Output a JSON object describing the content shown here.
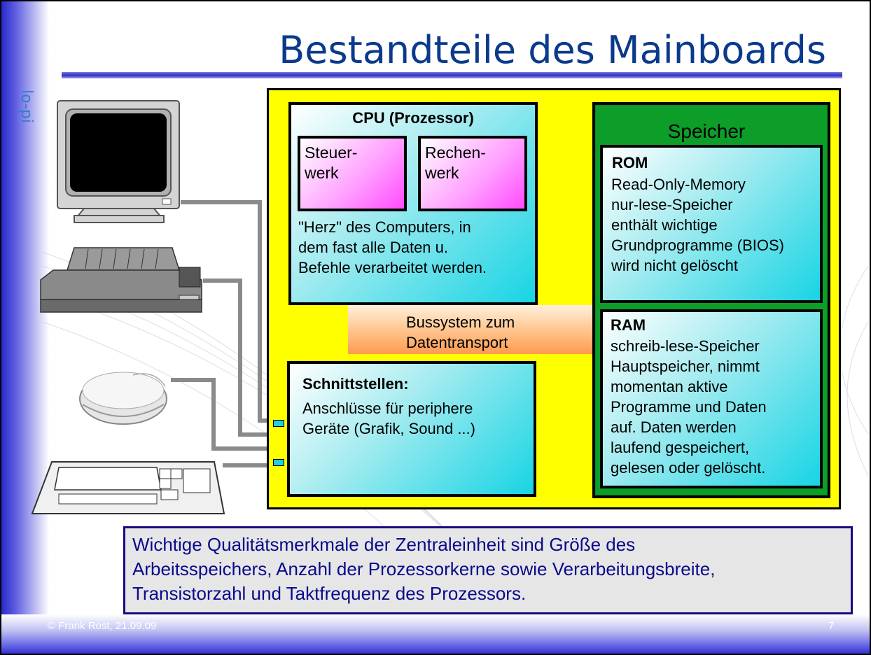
{
  "slide": {
    "title": "Bestandteile des Mainboards",
    "logo_text": "lo-pi"
  },
  "cpu": {
    "title": "CPU (Prozessor)",
    "steuerwerk": [
      "Steuer-",
      "werk"
    ],
    "rechenwerk": [
      "Rechen-",
      "werk"
    ],
    "description": [
      "\"Herz\" des Computers, in",
      "dem fast alle Daten u.",
      "Befehle verarbeitet werden."
    ]
  },
  "bus": {
    "lines": [
      "Bussystem zum",
      "Datentransport"
    ]
  },
  "schnittstellen": {
    "title": "Schnittstellen:",
    "lines": [
      "Anschlüsse für periphere",
      "Geräte (Grafik, Sound ...)"
    ]
  },
  "speicher": {
    "label": "Speicher",
    "rom": {
      "title": "ROM",
      "lines": [
        "Read-Only-Memory",
        "nur-lese-Speicher",
        "enthält wichtige",
        "Grundprogramme (BIOS)",
        "wird nicht gelöscht"
      ]
    },
    "ram": {
      "title": "RAM",
      "lines": [
        "schreib-lese-Speicher",
        "Hauptspeicher, nimmt",
        "momentan aktive",
        "Programme und Daten",
        "auf. Daten werden",
        "laufend gespeichert,",
        "gelesen oder gelöscht."
      ]
    }
  },
  "quality": {
    "lines": [
      "Wichtige Qualitätsmerkmale der Zentraleinheit sind Größe des",
      "Arbeitsspeichers, Anzahl der Prozessorkerne sowie Verarbeitungsbreite,",
      "Transistorzahl und Taktfrequenz des Prozessors."
    ]
  },
  "footer": {
    "left": "© Frank Rost, 21.09.09",
    "page_number": "7"
  },
  "colors": {
    "title": "#0a3a8c",
    "mainboard": "#ffff00",
    "speicher": "#0a8a20",
    "quality_text": "#0a0a8c"
  },
  "peripherals": [
    "monitor-icon",
    "printer-icon",
    "mouse-icon",
    "keyboard-icon"
  ]
}
